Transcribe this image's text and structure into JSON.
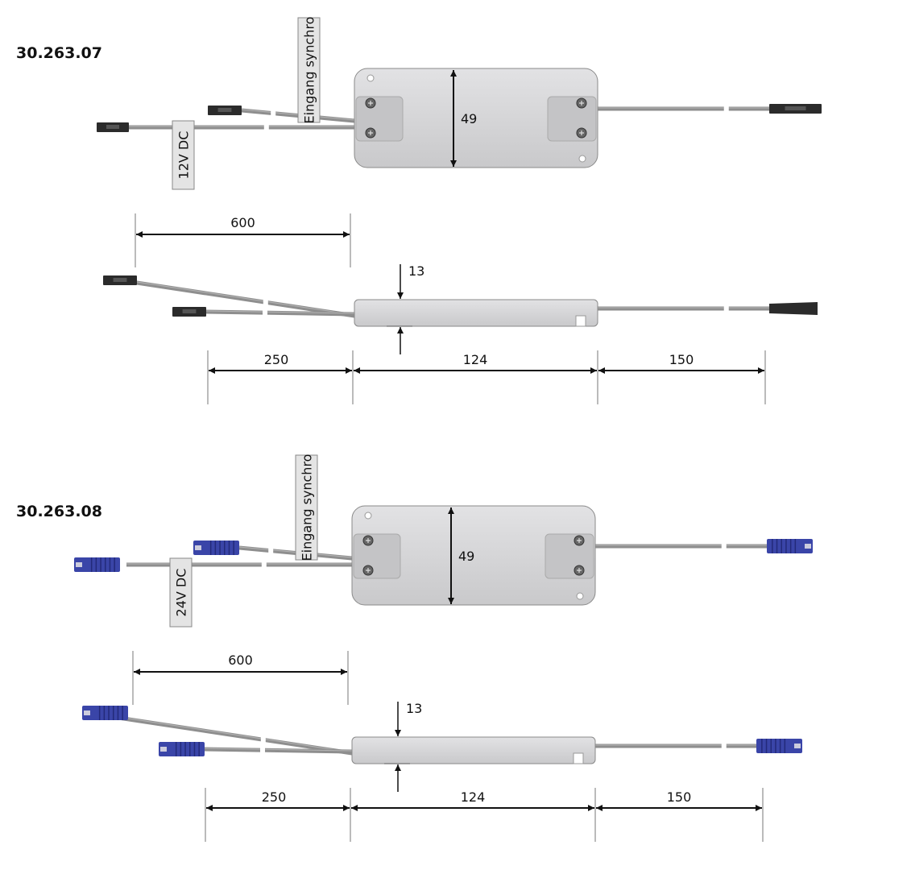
{
  "variants": [
    {
      "part_number": "30.263.07",
      "voltage_label": "12V DC",
      "synchro_label": "Eingang synchro",
      "width_dim": "49",
      "height_dim": "13",
      "cable_dim": "600",
      "input_dim": "250",
      "body_dim": "124",
      "output_dim": "150",
      "connector_color": "#2b2b2b",
      "connector_type": "mini-plug-black"
    },
    {
      "part_number": "30.263.08",
      "voltage_label": "24V DC",
      "synchro_label": "Eingang synchro",
      "width_dim": "49",
      "height_dim": "13",
      "cable_dim": "600",
      "input_dim": "250",
      "body_dim": "124",
      "output_dim": "150",
      "connector_color": "#3a45a8",
      "connector_type": "ribbed-plug-blue"
    }
  ],
  "colors": {
    "housing": "#d6d6d8",
    "housing_edge": "#8a8a8a",
    "cable": "#8e8e8e",
    "label_box": "#e4e4e4",
    "dimension": "#111111"
  }
}
